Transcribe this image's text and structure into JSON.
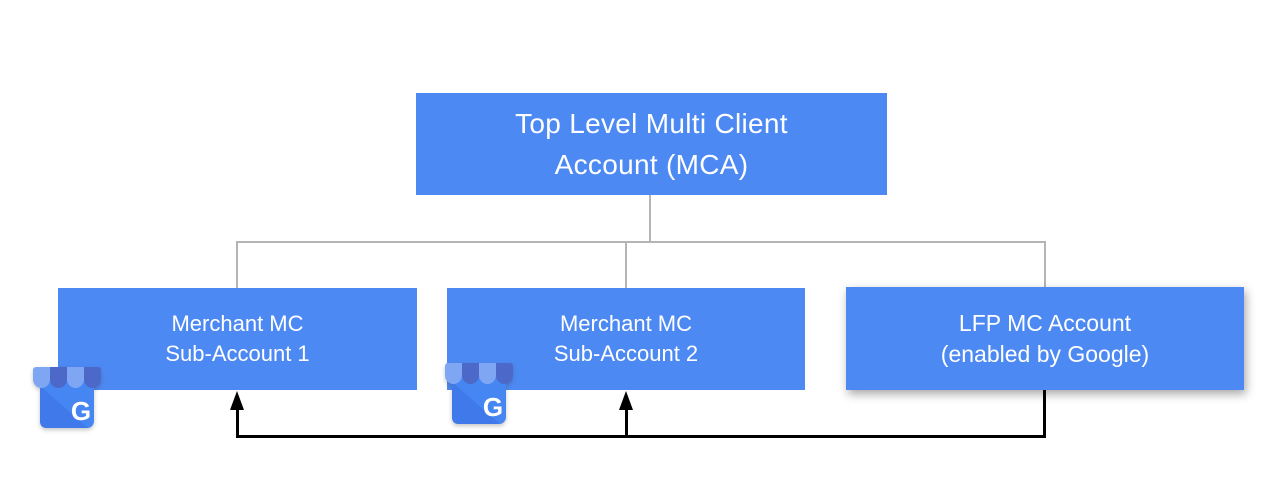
{
  "diagram": {
    "description": "Merchant Center account hierarchy diagram",
    "nodes": {
      "root": {
        "lines": [
          "Top Level Multi Client",
          "Account (MCA)"
        ]
      },
      "sub1": {
        "lines": [
          "Merchant MC",
          "Sub-Account 1"
        ]
      },
      "sub2": {
        "lines": [
          "Merchant MC",
          "Sub-Account 2"
        ]
      },
      "lfp": {
        "lines": [
          "LFP MC Account",
          "(enabled by Google)"
        ]
      }
    },
    "icons": {
      "business_profile_letter": "G"
    },
    "colors": {
      "node_fill": "#4d89f3",
      "node_text": "#ffffff",
      "tree_connector": "#b4b4b4",
      "flow_connector": "#000000",
      "icon_body": "#4586f2",
      "icon_fold": "#4079e9",
      "icon_awning_light": "#7fa6f3",
      "icon_awning_dark": "#4c68c9",
      "icon_letter": "#ffffff",
      "background": "#ffffff"
    }
  }
}
